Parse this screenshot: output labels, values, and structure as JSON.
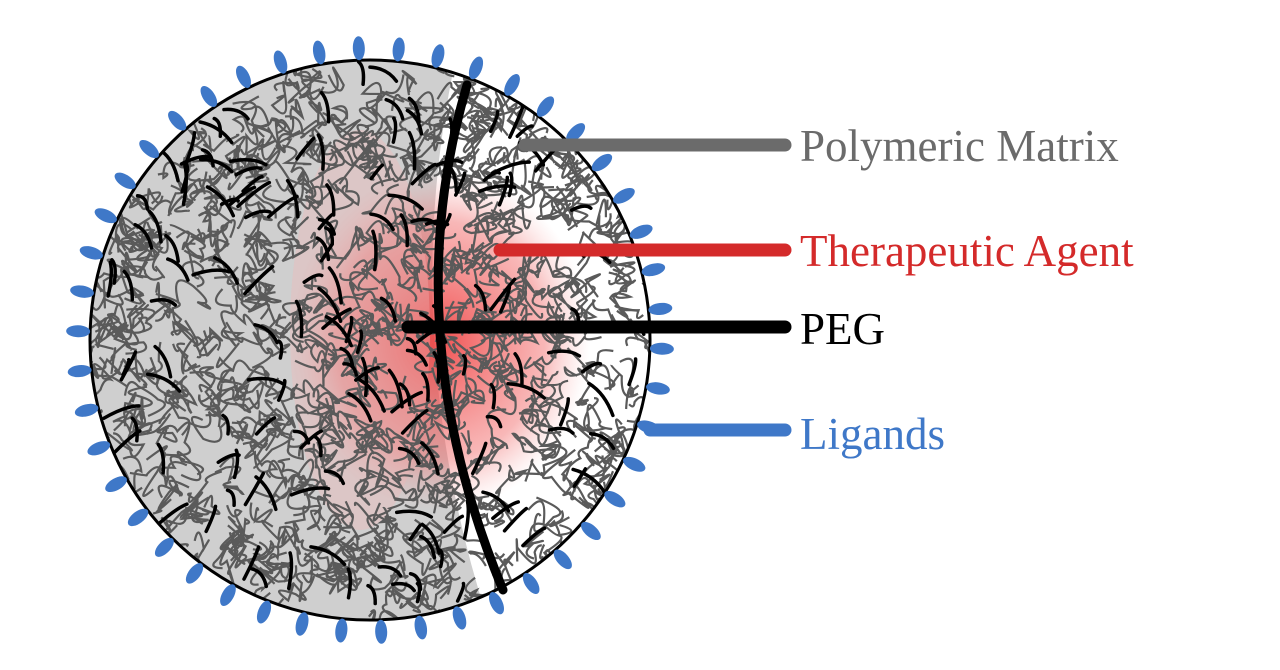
{
  "labels": {
    "polymeric_matrix": "Polymeric Matrix",
    "therapeutic_agent": "Therapeutic Agent",
    "peg": "PEG",
    "ligands": "Ligands"
  },
  "colors": {
    "polymeric_matrix": "#6b6b6b",
    "therapeutic_agent": "#d42a2a",
    "peg": "#000000",
    "ligands": "#3f78c8",
    "core_fill": "#cfcfcf"
  }
}
